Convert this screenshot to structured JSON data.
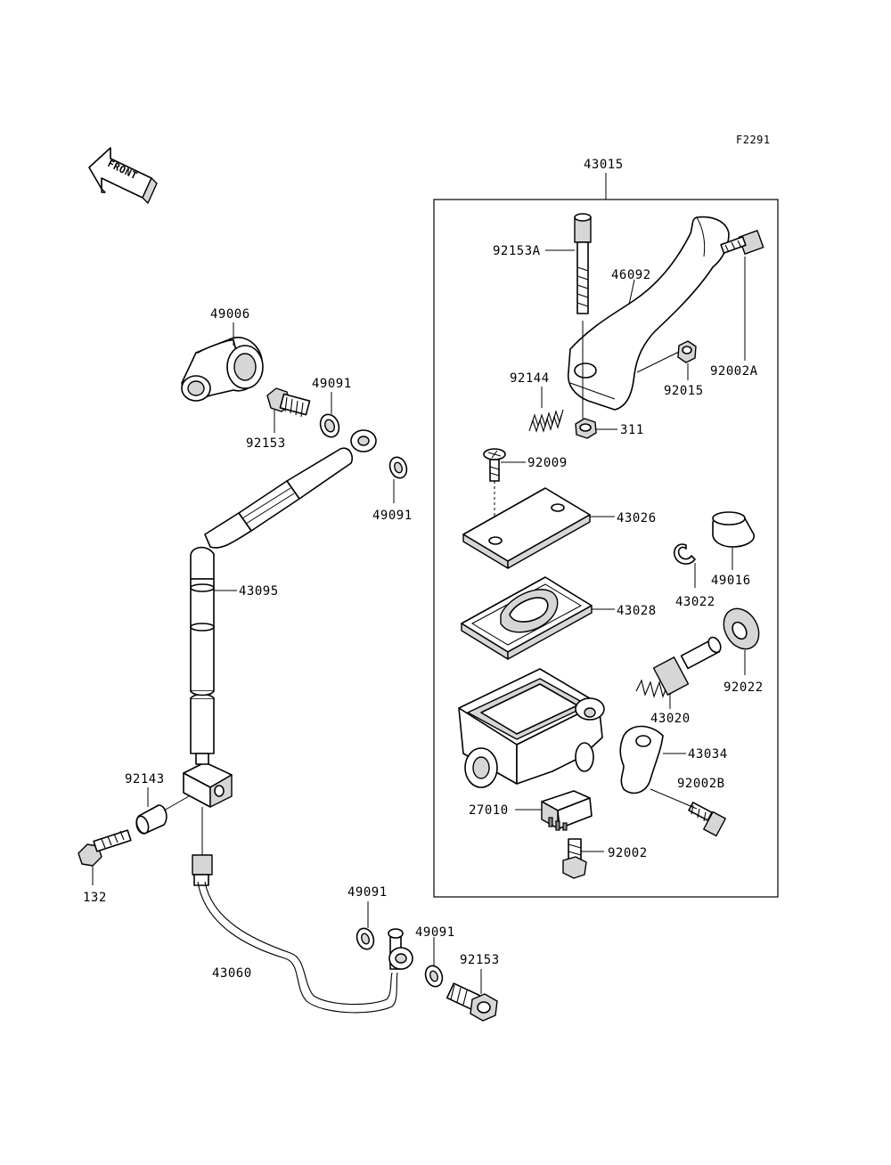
{
  "diagram": {
    "figure_code": "F2291",
    "front_marker": "FRONT",
    "part_labels": {
      "assembly": "43015",
      "bolt_a": "92153A",
      "lever": "46092",
      "bolt_2a": "92002A",
      "spring": "92144",
      "nut_92015": "92015",
      "nut_311": "311",
      "screw": "92009",
      "cap": "43026",
      "diaphragm": "43028",
      "circlip": "43022",
      "boot": "49016",
      "piston": "43020",
      "washer_92022": "92022",
      "clamp": "43034",
      "bolt_2b": "92002B",
      "switch": "27010",
      "bolt_92002": "92002",
      "cover": "49006",
      "washer_top": "49091",
      "banjo_top": "92153",
      "washer_right": "49091",
      "hose": "43095",
      "collar": "92143",
      "bolt_132": "132",
      "pipe": "43060",
      "washer_bl": "49091",
      "washer_br": "49091",
      "banjo_bottom": "92153"
    }
  }
}
